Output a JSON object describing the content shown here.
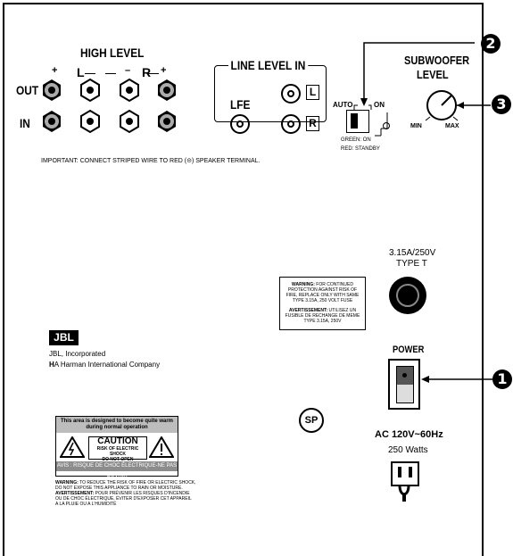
{
  "high_level": {
    "title": "HIGH LEVEL",
    "plus_left": "+",
    "l_label": "L",
    "minus_left": "–",
    "minus_right": "–",
    "r_label": "R",
    "plus_right": "+",
    "out_label": "OUT",
    "in_label": "IN"
  },
  "line_level": {
    "title": "LINE LEVEL IN",
    "lfe_label": "LFE",
    "l_box": "L",
    "r_box": "R"
  },
  "switch": {
    "auto_label": "AUTO",
    "on_label": "ON",
    "green_label": "GREEN: ON",
    "red_label": "RED: STANDBY"
  },
  "subwoofer_level": {
    "title_line1": "SUBWOOFER",
    "title_line2": "LEVEL",
    "min_label": "MIN",
    "max_label": "MAX"
  },
  "important_note": "IMPORTANT: CONNECT STRIPED WIRE TO RED (⊝) SPEAKER TERMINAL.",
  "fuse": {
    "rating": "3.15A/250V",
    "type": "TYPE T"
  },
  "fuse_warning": {
    "en_bold": "WARNING:",
    "en_text": " FOR CONTINUED PROTECTION AGAINST RISK OF FIRE, REPLACE ONLY WITH SAME TYPE 3.15A, 250 VOLT FUSE",
    "fr_bold": "AVERTISSEMENT:",
    "fr_text": " UTILISEZ UN FUSIBLE DE RECHANGE DE MEME TYPE 3.15A, 250V"
  },
  "brand": {
    "logo": "JBL",
    "company": "JBL, Incorporated",
    "harman_mark": "H",
    "harman_text": "A Harman International Company"
  },
  "power": {
    "label": "POWER",
    "ac_label": "AC 120V~60Hz",
    "watts": "250 Watts"
  },
  "caution_label": {
    "heat_line1": "This area is designed to become quite warm",
    "heat_line2": "during normal operation",
    "caution_title": "CAUTION",
    "caution_line1": "RISK OF ELECTRIC SHOCK",
    "caution_line2": "DO NOT OPEN",
    "avis": "AVIS : RISQUE DE CHOC ÉLECTRIQUE-NE PAS OUVRIR",
    "w1_bold": "WARNING:",
    "w1": " TO REDUCE THE RISK OF FIRE OR ELECTRIC SHOCK,",
    "w2": "DO NOT EXPOSE THIS APPLIANCE TO RAIN OR MOISTURE.",
    "w3_bold": "AVERTISSEMENT:",
    "w3": " POUR PRÉVENIR LES RISQUES D'INCENDIE",
    "w4": "OU DE CHOC ÉLECTRIQUE, ÉVITER D'EXPOSER CET APPAREIL",
    "w5": "A LA PLUIE OU A L'HUMIDITÉ"
  },
  "csa_mark": "SP",
  "callouts": {
    "one": "1",
    "two": "2",
    "three": "3"
  },
  "colors": {
    "ink": "#000000",
    "label_gray": "#bdbdbd",
    "avis_bar": "#8c8c8c"
  }
}
